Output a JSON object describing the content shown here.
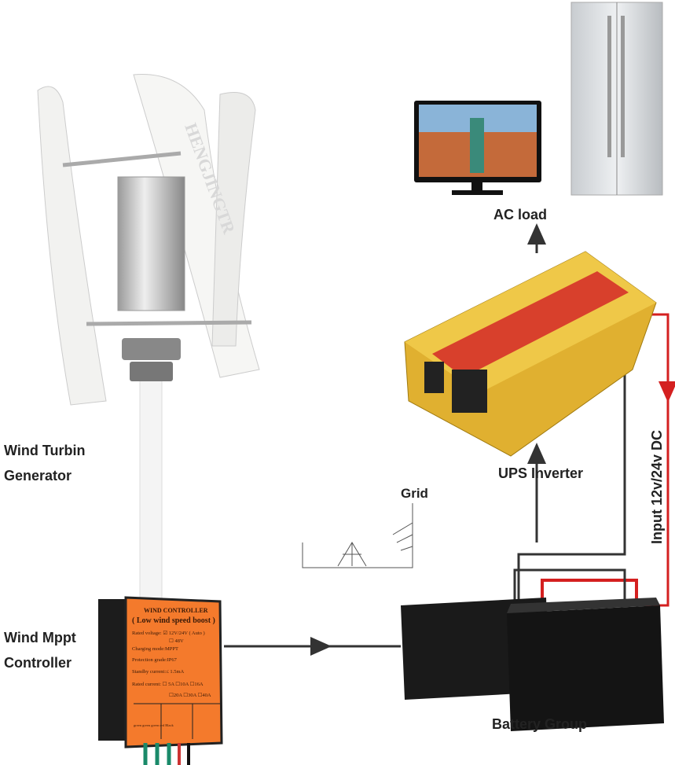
{
  "labels": {
    "wind_turbine_line1": "Wind Turbin",
    "wind_turbine_line2": "Generator",
    "controller_line1": "Wind Mppt",
    "controller_line2": "Controller",
    "ac_load": "AC load",
    "ups_inverter": "UPS Inverter",
    "grid": "Grid",
    "battery_group": "Battery Group",
    "input_dc": "Input 12v/24v DC"
  },
  "turbine_brand": "HENGJINGTR",
  "controller": {
    "title": "WIND CONTROLLER",
    "subtitle": "( Low wind speed boost )",
    "rated_voltage": "Rated voltage: ☑ 12V/24V ( Auto )",
    "voltage_alt": "☐ 48V",
    "charging_mode": "Charging mode:MPPT",
    "protection": "Protection grade:IP67",
    "standby": "Standby current:≤ 1.5mA",
    "rated_current": "Rated current: ☐ 5A ☐10A ☐16A",
    "rated_current2": "☐20A ☐30A ☐40A",
    "terminals": "green green green   red  Black"
  },
  "colors": {
    "controller": "#f47a2c",
    "inverter": "#e0b030",
    "dc_wire": "#d42020",
    "battery": "#151515"
  }
}
